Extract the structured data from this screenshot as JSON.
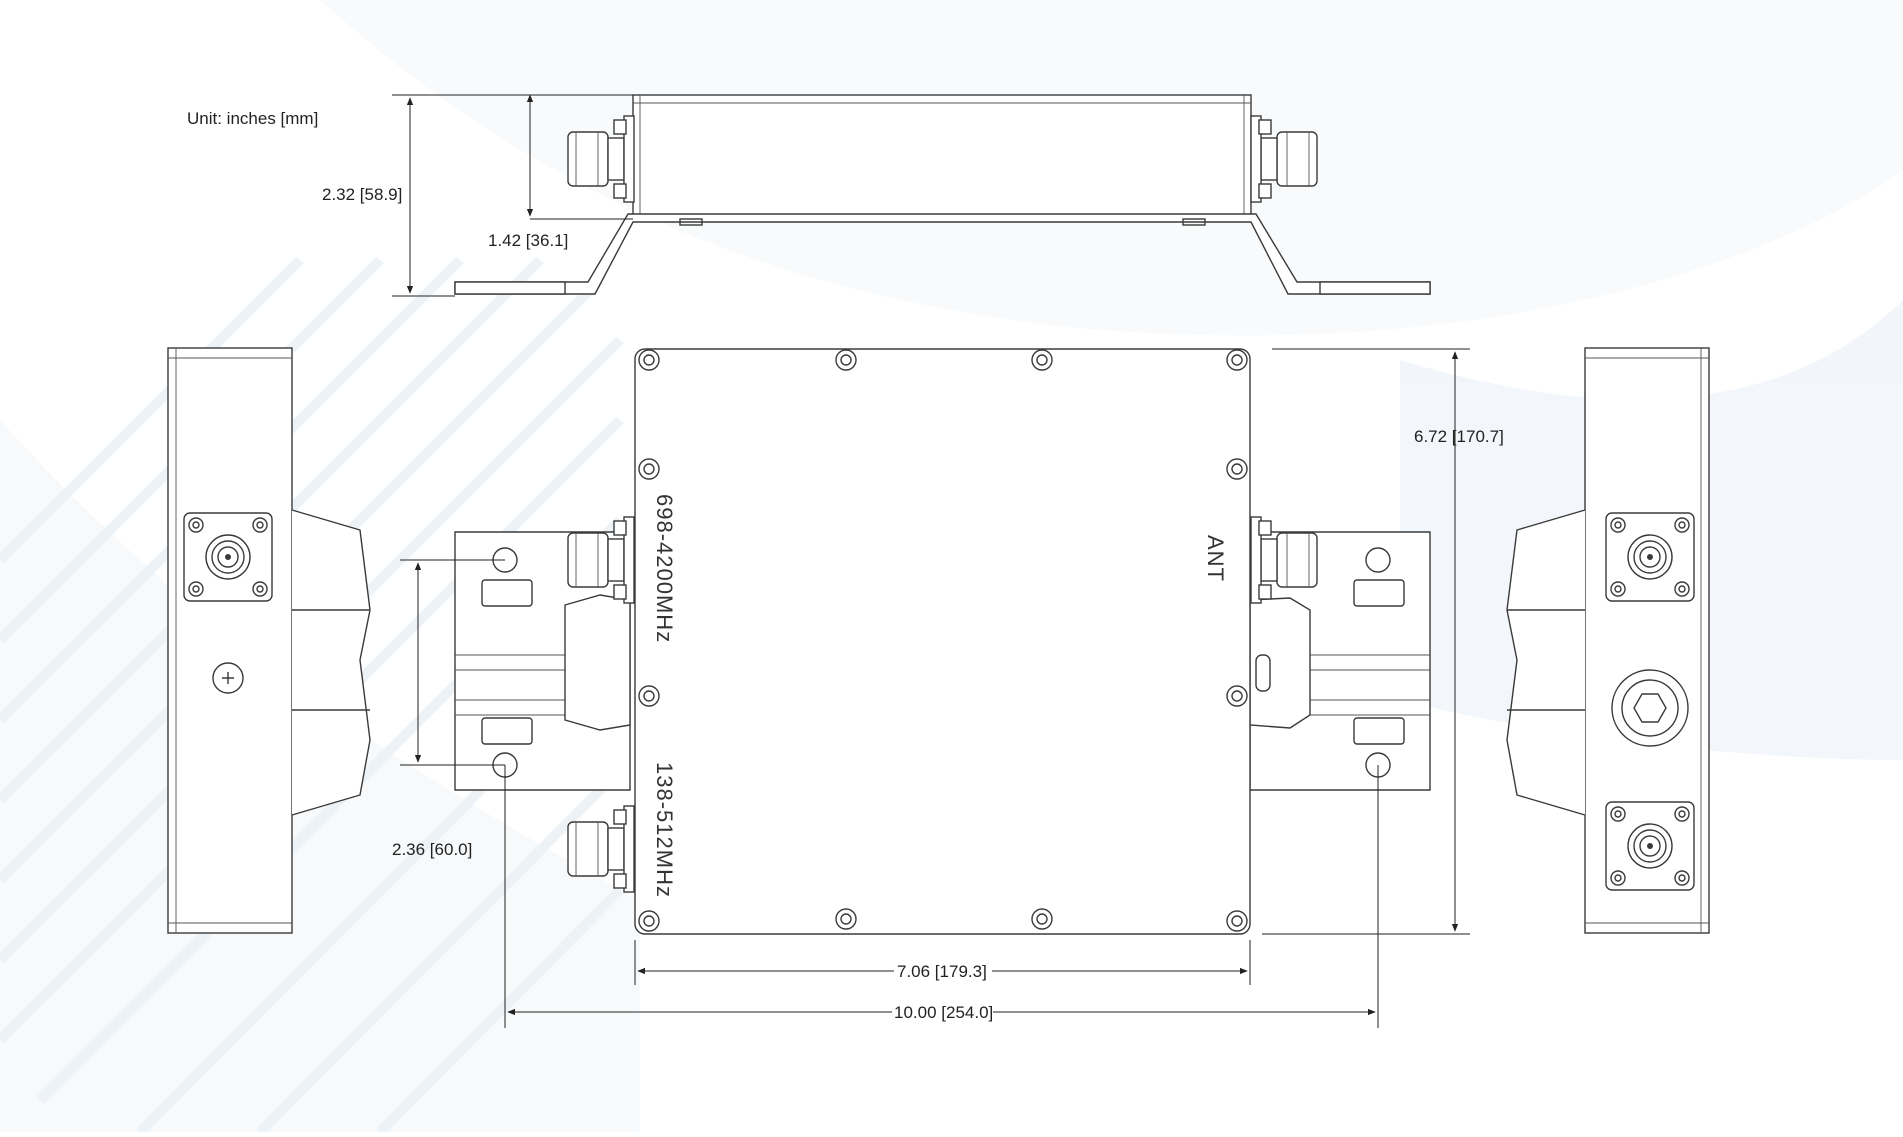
{
  "unit_note": "Unit: inches [mm]",
  "dimensions": {
    "overall_height_side": "2.32 [58.9]",
    "body_height_side": "1.42 [36.1]",
    "body_depth_top": "6.72 [170.7]",
    "mount_hole_spacing": "2.36 [60.0]",
    "body_width": "7.06 [179.3]",
    "overall_width": "10.00 [254.0]"
  },
  "port_labels": {
    "high_band": "698-4200MHz",
    "low_band": "138-512MHz",
    "antenna": "ANT"
  },
  "colors": {
    "line": "#3a3a3a",
    "watermark": "#dfe8f2"
  }
}
